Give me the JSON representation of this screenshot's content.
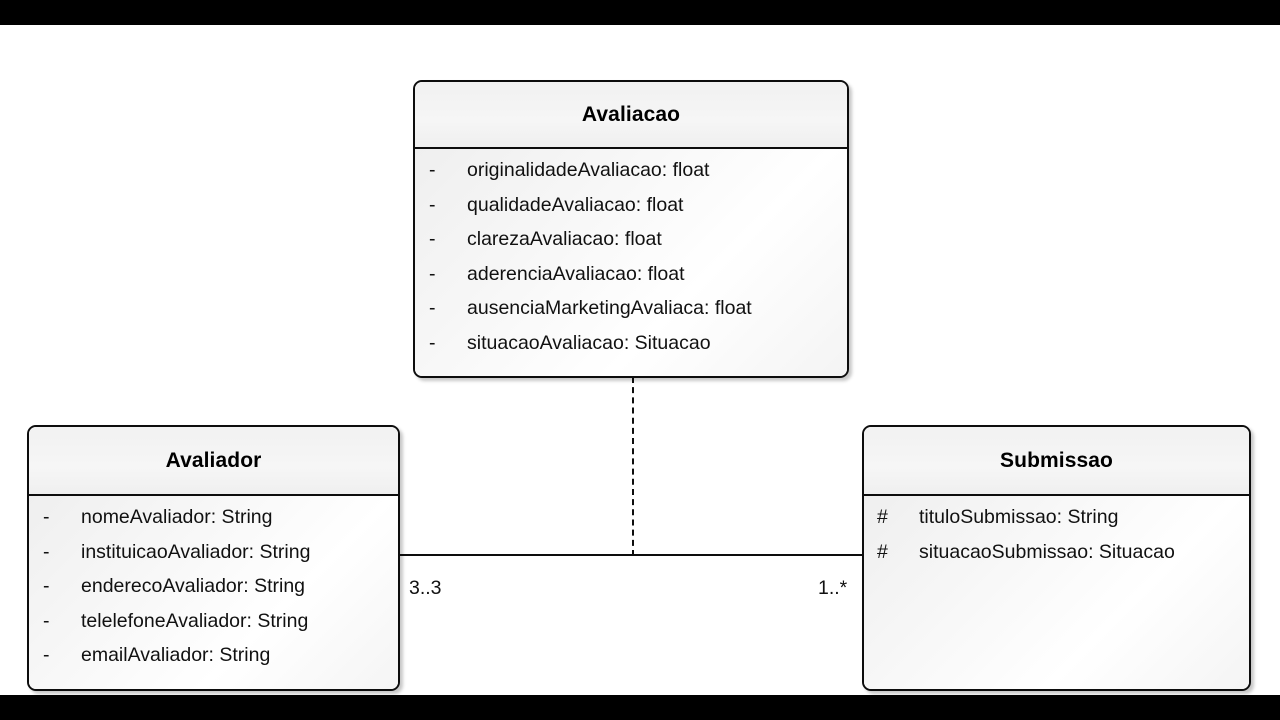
{
  "diagram": {
    "type": "uml-class-diagram",
    "background": "#ffffff",
    "letterbox_color": "#000000",
    "border_color": "#0d0d0d"
  },
  "classes": [
    {
      "id": "avaliacao",
      "name": "Avaliacao",
      "attributes": [
        {
          "visibility": "-",
          "text": "originalidadeAvaliacao: float"
        },
        {
          "visibility": "-",
          "text": "qualidadeAvaliacao: float"
        },
        {
          "visibility": "-",
          "text": "clarezaAvaliacao: float"
        },
        {
          "visibility": "-",
          "text": "aderenciaAvaliacao: float"
        },
        {
          "visibility": "-",
          "text": "ausenciaMarketingAvaliaca: float"
        },
        {
          "visibility": "-",
          "text": "situacaoAvaliacao: Situacao"
        }
      ]
    },
    {
      "id": "avaliador",
      "name": "Avaliador",
      "attributes": [
        {
          "visibility": "-",
          "text": "nomeAvaliador: String"
        },
        {
          "visibility": "-",
          "text": "instituicaoAvaliador: String"
        },
        {
          "visibility": "-",
          "text": "enderecoAvaliador: String"
        },
        {
          "visibility": "-",
          "text": "telelefoneAvaliador: String"
        },
        {
          "visibility": "-",
          "text": "emailAvaliador: String"
        }
      ]
    },
    {
      "id": "submissao",
      "name": "Submissao",
      "attributes": [
        {
          "visibility": "#",
          "text": "tituloSubmissao: String"
        },
        {
          "visibility": "#",
          "text": "situacaoSubmissao: Situacao"
        }
      ]
    }
  ],
  "associations": {
    "solid_line": {
      "from": "avaliador",
      "to": "submissao",
      "style": "solid"
    },
    "dashed_line": {
      "from": "avaliacao",
      "to": "association-link",
      "style": "dashed"
    },
    "multiplicity_left": "3..3",
    "multiplicity_right": "1..*"
  }
}
